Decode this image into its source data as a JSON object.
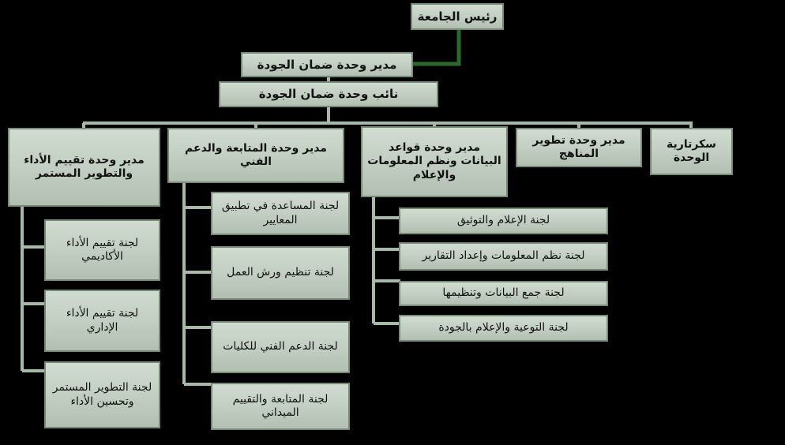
{
  "org": {
    "president": "رئيس الجامعة",
    "director": "مدير وحدة ضمان الجودة",
    "deputy": "نائب وحدة ضمان الجودة",
    "branches": [
      {
        "label": "مدير وحدة تقييم الأداء والتطوير المستمر",
        "committees": [
          "لجنة تقييم الأداء الأكاديمي",
          "لجنة تقييم الأداء الإداري",
          "لجنة التطوير المستمر وتحسين الأداء"
        ]
      },
      {
        "label": "مدير وحدة المتابعة والدعم الفني",
        "committees": [
          "لجنة المساعدة في تطبيق المعايير",
          "لجنة تنظيم ورش العمل",
          "لجنة الدعم الفني للكليات",
          "لجنة المتابعة والتقييم الميداني"
        ]
      },
      {
        "label": "مدير وحدة قواعد البيانات ونظم المعلومات والإعلام",
        "committees": [
          "لجنة الإعلام والتوثيق",
          "لجنة نظم المعلومات وإعداد التقارير",
          "لجنة جمع البيانات وتنظيمها",
          "لجنة التوعية والإعلام بالجودة"
        ]
      },
      {
        "label": "مدير وحدة تطوير المناهج",
        "committees": []
      },
      {
        "label": "سكرتارية الوحدة",
        "committees": []
      }
    ]
  },
  "colors": {
    "background": "#000000",
    "box_fill_top": "#d1dbd1",
    "box_fill_bottom": "#b2bfb2",
    "box_border": "#768b76",
    "connector_light": "#a6baa7",
    "connector_dark_green": "#2c682c",
    "text": "#121212"
  }
}
